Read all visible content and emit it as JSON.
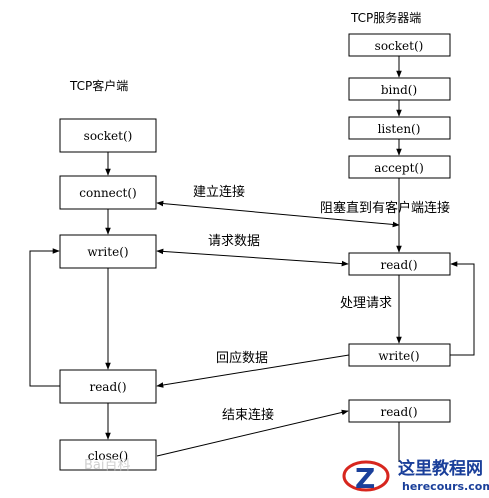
{
  "client": {
    "title": "TCP客户端",
    "boxes": [
      "socket()",
      "connect()",
      "write()",
      "read()",
      "close()"
    ]
  },
  "server": {
    "title": "TCP服务器端",
    "boxes": [
      "socket()",
      "bind()",
      "listen()",
      "accept()",
      "read()",
      "write()",
      "read()"
    ]
  },
  "labels": {
    "establish": "建立连接",
    "block": "阻塞直到有客户端连接",
    "request_data": "请求数据",
    "process_request": "处理请求",
    "response_data": "回应数据",
    "close_connection": "结束连接"
  },
  "watermark": {
    "baidu": "Bai百科"
  },
  "logo": {
    "name": "这里教程网",
    "url": "herecours.com",
    "letter": "Z"
  },
  "colors": {
    "logo_blue": "#1a3f9a",
    "logo_red": "#d7261e"
  }
}
